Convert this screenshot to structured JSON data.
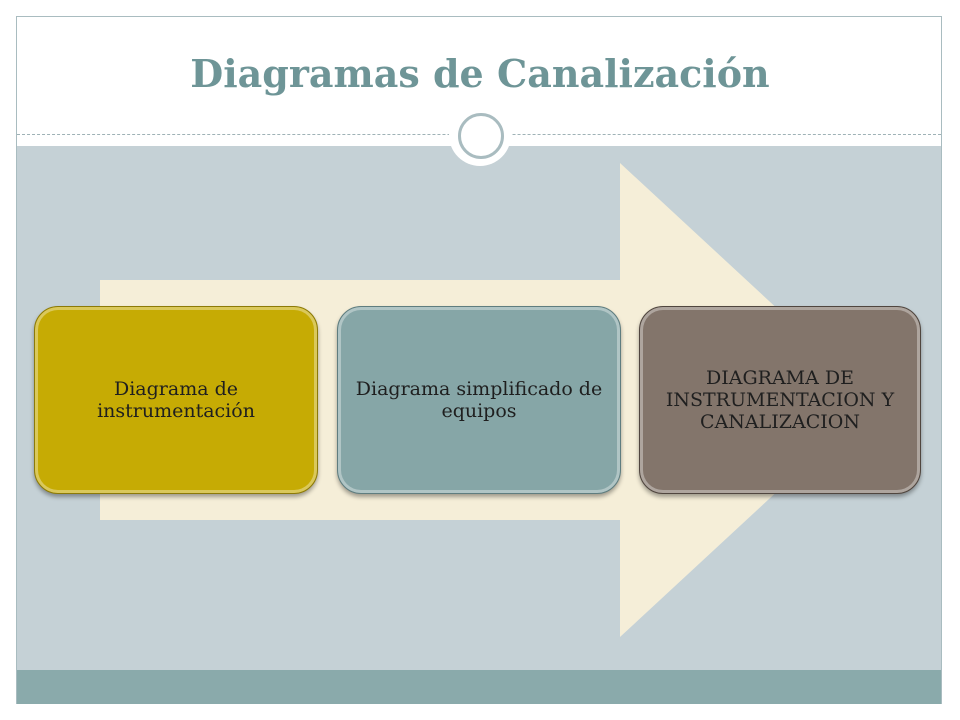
{
  "slide": {
    "title": "Diagramas de Canalización"
  },
  "diagram": {
    "steps": [
      {
        "label": "Diagrama de instrumentación",
        "color": "#c6ab04"
      },
      {
        "label": "Diagrama simplificado de equipos",
        "color": "#86a6a7"
      },
      {
        "label": "DIAGRAMA DE INSTRUMENTACION Y CANALIZACION",
        "color": "#83756b"
      }
    ],
    "arrow_color": "#f5eed8"
  },
  "colors": {
    "title": "#6e9597",
    "content_background": "#c5d1d6",
    "footer_bar": "#8aaaab"
  }
}
